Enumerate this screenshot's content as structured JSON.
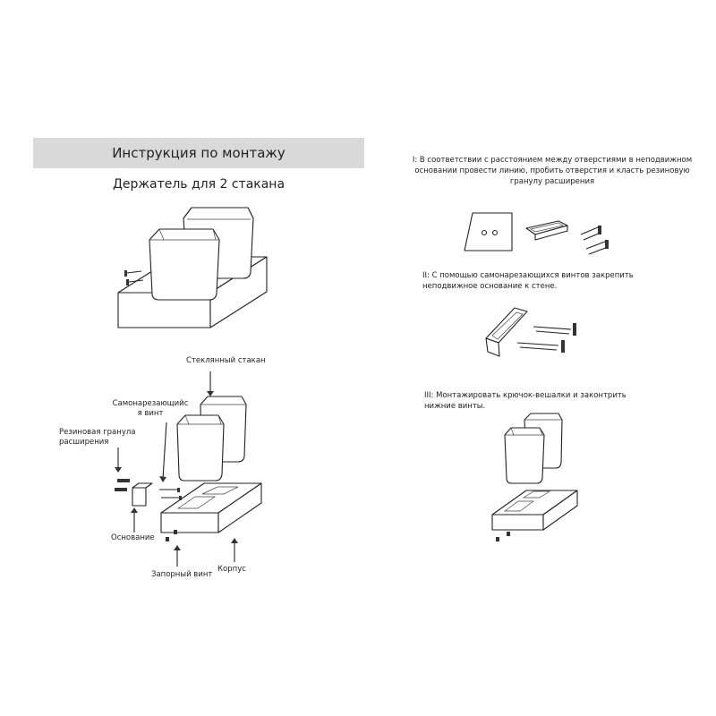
{
  "header": {
    "title": "Инструкция по монтажу",
    "subtitle": "Держатель для 2 стакана"
  },
  "parts": {
    "glass": "Стеклянный стакан",
    "screw_line1": "Самонарезающийс",
    "screw_line2": "я винт",
    "plug_line1": "Резиновая гранула",
    "plug_line2": "расширения",
    "base": "Основание",
    "body": "Корпус",
    "lock_screw": "Запорный винт"
  },
  "steps": [
    {
      "line1": "I: В соответствии с расстоянием между отверстиями в неподвижном",
      "line2": "основании провести линию, пробить отверстия и класть резиновую",
      "line3": "гранулу расширения"
    },
    {
      "line1": "II: С помощью самонарезающихся винтов закрепить",
      "line2": "неподвижное основание к стене."
    },
    {
      "line1": "III: Монтажировать крючок-вешалки и законтрить",
      "line2": "нижние винты."
    }
  ]
}
